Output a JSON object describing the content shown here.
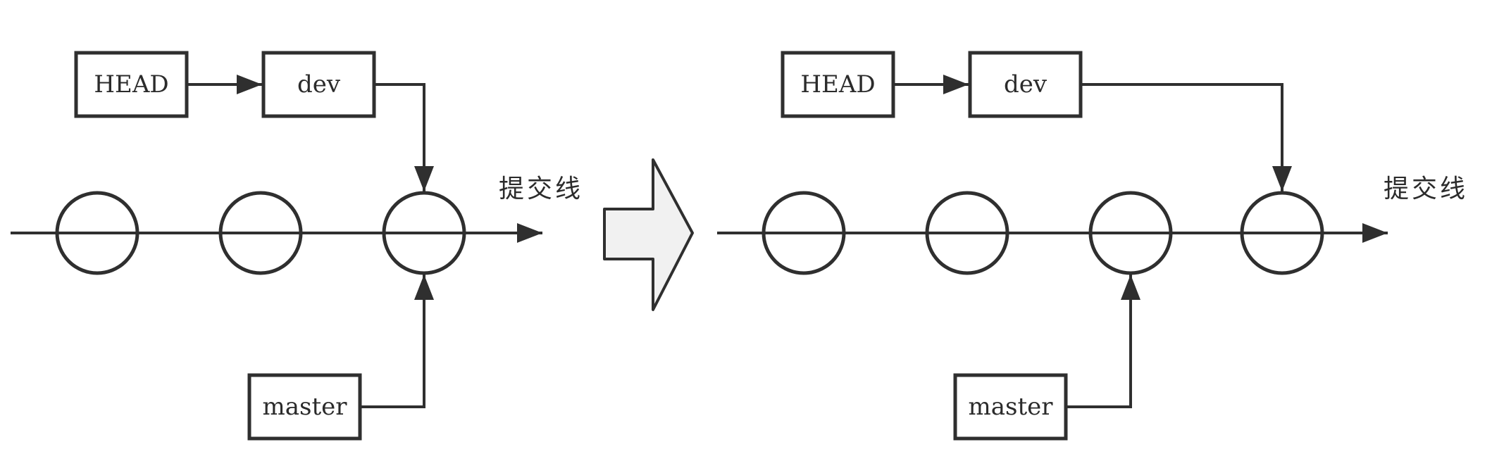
{
  "left": {
    "head_label": "HEAD",
    "branch_label": "dev",
    "master_label": "master",
    "axis_label": "提交线",
    "commit_count": 3
  },
  "right": {
    "head_label": "HEAD",
    "branch_label": "dev",
    "master_label": "master",
    "axis_label": "提交线",
    "commit_count": 4
  },
  "colors": {
    "stroke": "#2f2f2f",
    "arrow_fill": "#f1f1f1",
    "background": "#ffffff"
  }
}
